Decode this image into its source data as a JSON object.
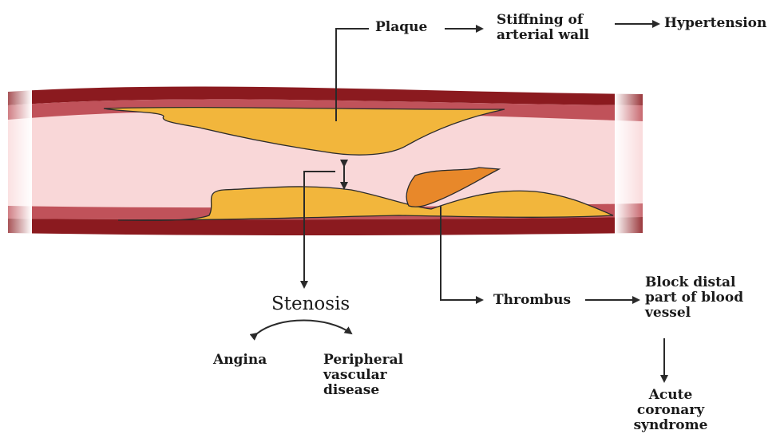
{
  "labels": {
    "plaque": "Plaque",
    "stiffening": "Stiffning of\narterial wall",
    "hypertension": "Hypertension",
    "stenosis": "Stenosis",
    "angina": "Angina",
    "peripheral": "Peripheral\nvascular\ndisease",
    "thrombus": "Thrombus",
    "block": "Block distal\npart of blood\nvessel",
    "acs": "Acute\ncoronary\nsyndrome"
  },
  "colors": {
    "vessel_wall_outer": "#8b1a1f",
    "vessel_wall_inner": "#c0525a",
    "lumen": "#f9d7d8",
    "plaque": "#f2b63c",
    "thrombus": "#e8882a",
    "arrow": "#2a2a2a"
  }
}
